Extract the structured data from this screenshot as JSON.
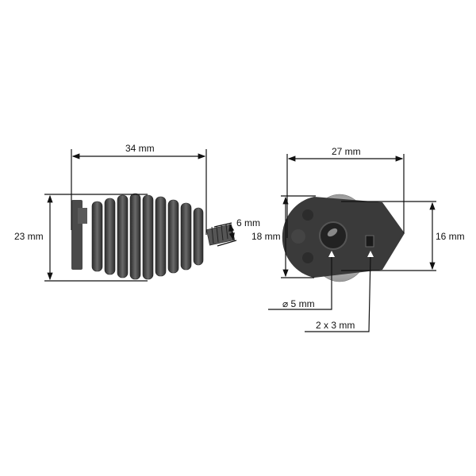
{
  "side_view": {
    "length_label": "34 mm",
    "diameter_label": "23 mm",
    "thread_label": "6 mm"
  },
  "front_view": {
    "width_label": "27 mm",
    "height_outer_label": "18 mm",
    "height_inner_label": "16 mm",
    "hole_label": "⌀ 5 mm",
    "slot_label": "2 x 3 mm"
  },
  "colors": {
    "line": "#111111",
    "part_dark": "#3a3a3a",
    "part_light": "#bdbdbd"
  }
}
